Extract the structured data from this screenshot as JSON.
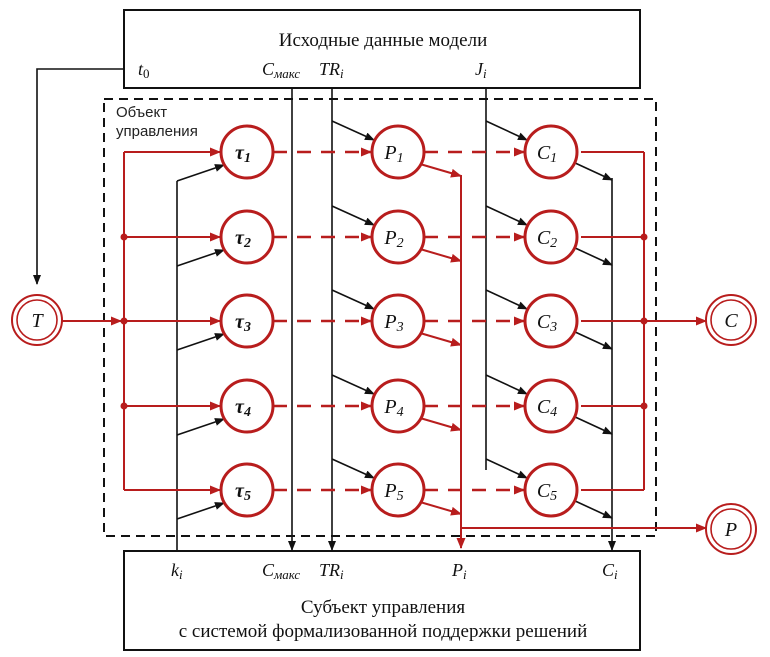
{
  "diagram": {
    "colors": {
      "red": "#b81d1d",
      "black": "#111111"
    },
    "top_box": {
      "title": "Исходные данные модели",
      "labels": [
        {
          "main": "t",
          "sub": "0"
        },
        {
          "main": "C",
          "sub": "макс"
        },
        {
          "main": "TR",
          "sub": "i"
        },
        {
          "main": "J",
          "sub": "i"
        }
      ]
    },
    "object_box": {
      "label_line1": "Объект",
      "label_line2": "управления"
    },
    "bottom_box": {
      "title_line1": "Субъект управления",
      "title_line2": "с системой формализованной поддержки решений",
      "labels": [
        {
          "main": "k",
          "sub": "i"
        },
        {
          "main": "C",
          "sub": "макс"
        },
        {
          "main": "TR",
          "sub": "i"
        },
        {
          "main": "P",
          "sub": "i"
        },
        {
          "main": "C",
          "sub": "i"
        }
      ]
    },
    "terminal_nodes": [
      {
        "id": "T",
        "label": "T"
      },
      {
        "id": "C",
        "label": "C"
      },
      {
        "id": "P",
        "label": "P"
      }
    ],
    "tau_nodes": [
      {
        "main": "τ",
        "sub": "1"
      },
      {
        "main": "τ",
        "sub": "2"
      },
      {
        "main": "τ",
        "sub": "3"
      },
      {
        "main": "τ",
        "sub": "4"
      },
      {
        "main": "τ",
        "sub": "5"
      }
    ],
    "p_nodes": [
      {
        "main": "P",
        "sub": "1"
      },
      {
        "main": "P",
        "sub": "2"
      },
      {
        "main": "P",
        "sub": "3"
      },
      {
        "main": "P",
        "sub": "4"
      },
      {
        "main": "P",
        "sub": "5"
      }
    ],
    "c_nodes": [
      {
        "main": "C",
        "sub": "1"
      },
      {
        "main": "C",
        "sub": "2"
      },
      {
        "main": "C",
        "sub": "3"
      },
      {
        "main": "C",
        "sub": "4"
      },
      {
        "main": "C",
        "sub": "5"
      }
    ]
  }
}
